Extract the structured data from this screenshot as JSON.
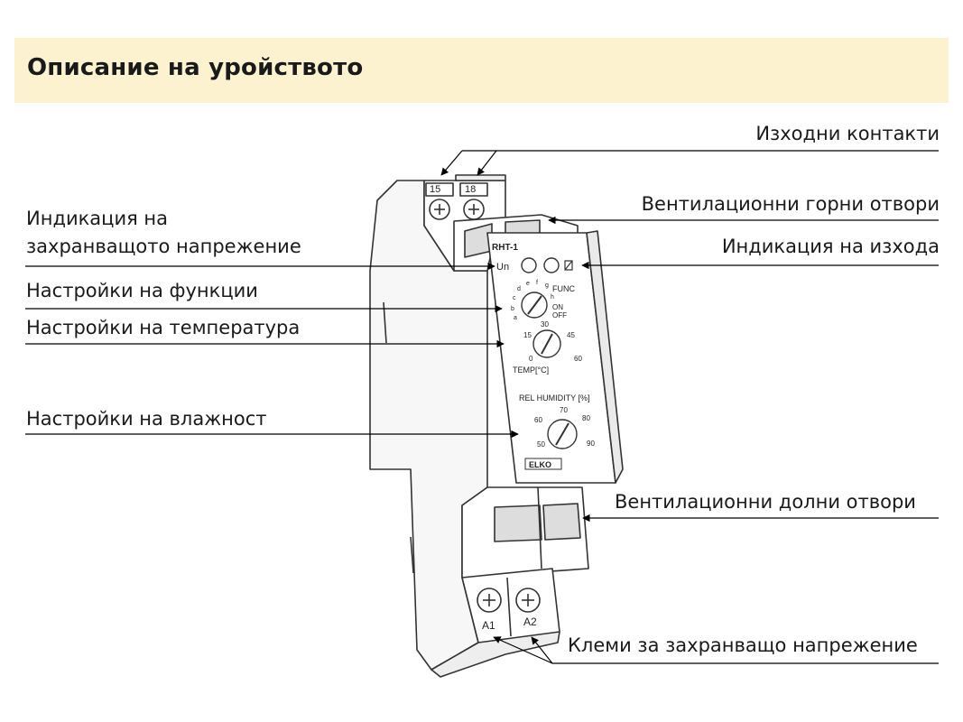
{
  "header": {
    "title": "Описание на уройството"
  },
  "callouts": {
    "output_contacts": "Изходни контакти",
    "vent_top": "Вентилационни горни отвори",
    "supply_indication_1": "Индикация на",
    "supply_indication_2": "захранващото напрежение",
    "output_indication": "Индикация на изхода",
    "function_settings": "Настройки на функции",
    "temperature_settings": "Настройки на температура",
    "humidity_settings": "Настройки на влажност",
    "vent_bottom": "Вентилационни долни отвори",
    "supply_terminals": "Клеми за захранващо напрежение"
  },
  "device": {
    "model": "RHT-1",
    "terminal_top_left": "15",
    "terminal_top_right": "18",
    "terminal_bottom_left": "A1",
    "terminal_bottom_right": "A2",
    "led_un": "Un",
    "func_label": "FUNC",
    "func_scale": [
      "a",
      "b",
      "c",
      "d",
      "e",
      "f",
      "g",
      "h",
      "ON",
      "OFF"
    ],
    "temp_label": "TEMP[°C]",
    "temp_scale": [
      "0",
      "15",
      "30",
      "45",
      "60"
    ],
    "humidity_label": "REL HUMIDITY [%]",
    "humidity_scale": [
      "50",
      "60",
      "70",
      "80",
      "90"
    ],
    "brand": "ELKO"
  }
}
